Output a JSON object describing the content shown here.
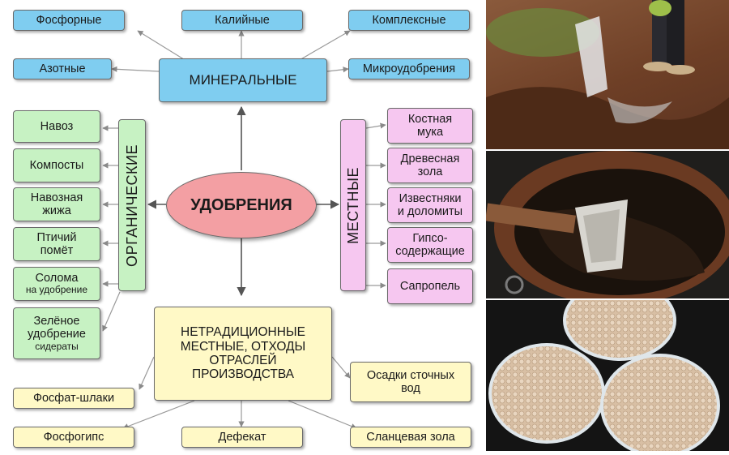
{
  "diagram": {
    "center": "УДОБРЕНИЯ",
    "mineral": {
      "title": "МИНЕРАЛЬНЫЕ",
      "items": [
        "Фосфорные",
        "Калийные",
        "Комплексные",
        "Азотные",
        "Микроудобрения"
      ]
    },
    "organic": {
      "title": "ОРГАНИЧЕСКИЕ",
      "items": [
        {
          "line1": "Навоз",
          "line2": "",
          "line3": ""
        },
        {
          "line1": "Компосты",
          "line2": "",
          "line3": ""
        },
        {
          "line1": "Навозная",
          "line2": "жижа",
          "line3": ""
        },
        {
          "line1": "Птичий",
          "line2": "помёт",
          "line3": ""
        },
        {
          "line1": "Солома",
          "line2": "на удобрение",
          "line3": ""
        },
        {
          "line1": "Зелёное",
          "line2": "удобрение",
          "line3": "сидераты"
        }
      ]
    },
    "local": {
      "title": "МЕСТНЫЕ",
      "items": [
        {
          "line1": "Костная",
          "line2": "мука"
        },
        {
          "line1": "Древесная",
          "line2": "зола"
        },
        {
          "line1": "Известняки",
          "line2": "и доломиты"
        },
        {
          "line1": "Гипсо-",
          "line2": "содержащие"
        },
        {
          "line1": "Сапропель",
          "line2": ""
        }
      ]
    },
    "nontraditional": {
      "lines": [
        "НЕТРАДИЦИОННЫЕ",
        "МЕСТНЫЕ, ОТХОДЫ",
        "ОТРАСЛЕЙ",
        "ПРОИЗВОДСТВА"
      ],
      "items": [
        {
          "line1": "Осадки сточных",
          "line2": "вод"
        },
        {
          "line1": "Фосфат-шлаки",
          "line2": ""
        },
        {
          "line1": "Фосфогипс",
          "line2": ""
        },
        {
          "line1": "Дефекат",
          "line2": ""
        },
        {
          "line1": "Сланцевая зола",
          "line2": ""
        }
      ]
    }
  },
  "colors": {
    "mineral": "#7fcdf0",
    "organic": "#c7f2c3",
    "local": "#f6c7f0",
    "nontraditional": "#fff9c6",
    "center": "#f39fa3"
  },
  "photos": [
    {
      "name": "photo-soil-spreading-icon"
    },
    {
      "name": "photo-liquid-manure-barrel-icon"
    },
    {
      "name": "photo-granules-dishes-icon"
    }
  ]
}
